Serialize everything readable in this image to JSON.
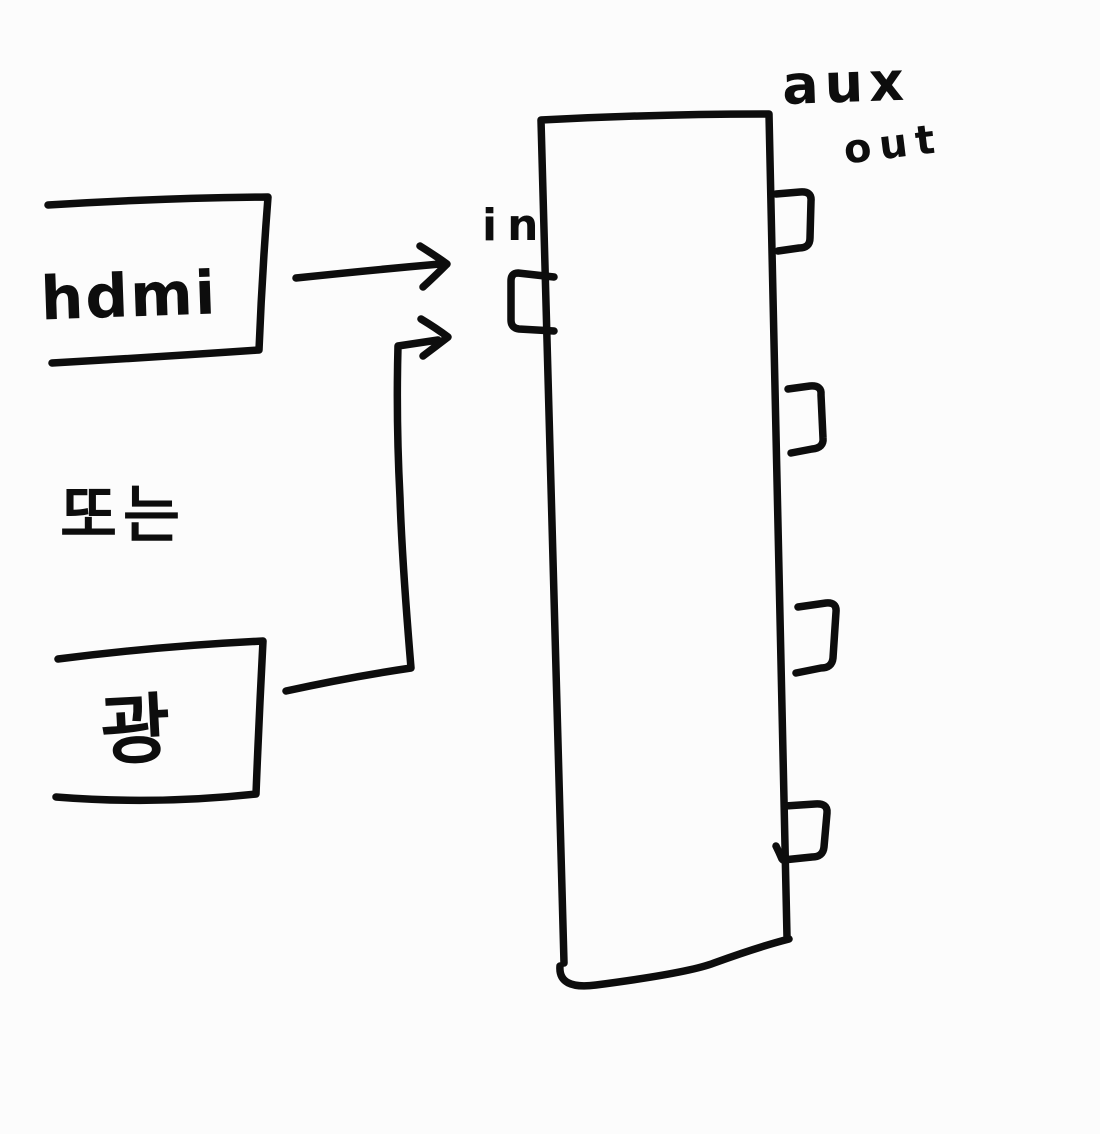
{
  "sketch": {
    "background": "#fcfcfc",
    "ink_color": "#0d0d0d",
    "sources": [
      {
        "label": "hdmi"
      },
      {
        "label": "광"
      }
    ],
    "or_separator": "또는",
    "device": {
      "input_label": "in",
      "aux_label": "aux",
      "out_label": "out",
      "input_port_count": 1,
      "aux_out_port_count": 4
    }
  }
}
